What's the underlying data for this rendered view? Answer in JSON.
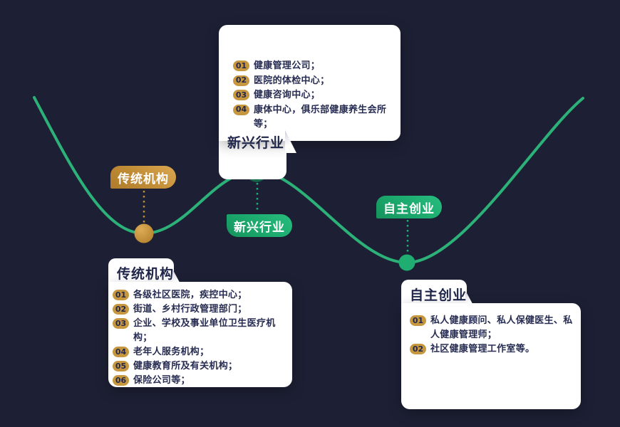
{
  "colors": {
    "background": "#1D2034",
    "curve_green": "#2CB178",
    "node_green": "#1FAD72",
    "node_gold": "#C79440",
    "pill_gold": "#C08B35",
    "pill_green": "#1BA86C",
    "badge_gold": "#C6973F",
    "card_bg": "#FFFFFF",
    "text_dark": "#20254A"
  },
  "pills": {
    "traditional": {
      "label": "传统机构"
    },
    "emerging": {
      "label": "新兴行业"
    },
    "startup": {
      "label": "自主创业"
    }
  },
  "cards": {
    "emerging": {
      "title": "新兴行业",
      "items": [
        {
          "num": "01",
          "text": "健康管理公司；"
        },
        {
          "num": "02",
          "text": "医院的体检中心；"
        },
        {
          "num": "03",
          "text": "健康咨询中心；"
        },
        {
          "num": "04",
          "text": "康体中心，俱乐部健康养生会所等；"
        }
      ]
    },
    "traditional": {
      "title": "传统机构",
      "items": [
        {
          "num": "01",
          "text": "各级社区医院，疾控中心；"
        },
        {
          "num": "02",
          "text": "街道、乡村行政管理部门；"
        },
        {
          "num": "03",
          "text": "企业、学校及事业单位卫生医疗机构；"
        },
        {
          "num": "04",
          "text": "老年人服务机构；"
        },
        {
          "num": "05",
          "text": "健康教育所及有关机构；"
        },
        {
          "num": "06",
          "text": "保险公司等；"
        }
      ]
    },
    "startup": {
      "title": "自主创业",
      "items": [
        {
          "num": "01",
          "text": "私人健康顾问、私人保健医生、私人健康管理师；"
        },
        {
          "num": "02",
          "text": "社区健康管理工作室等。"
        }
      ]
    }
  }
}
